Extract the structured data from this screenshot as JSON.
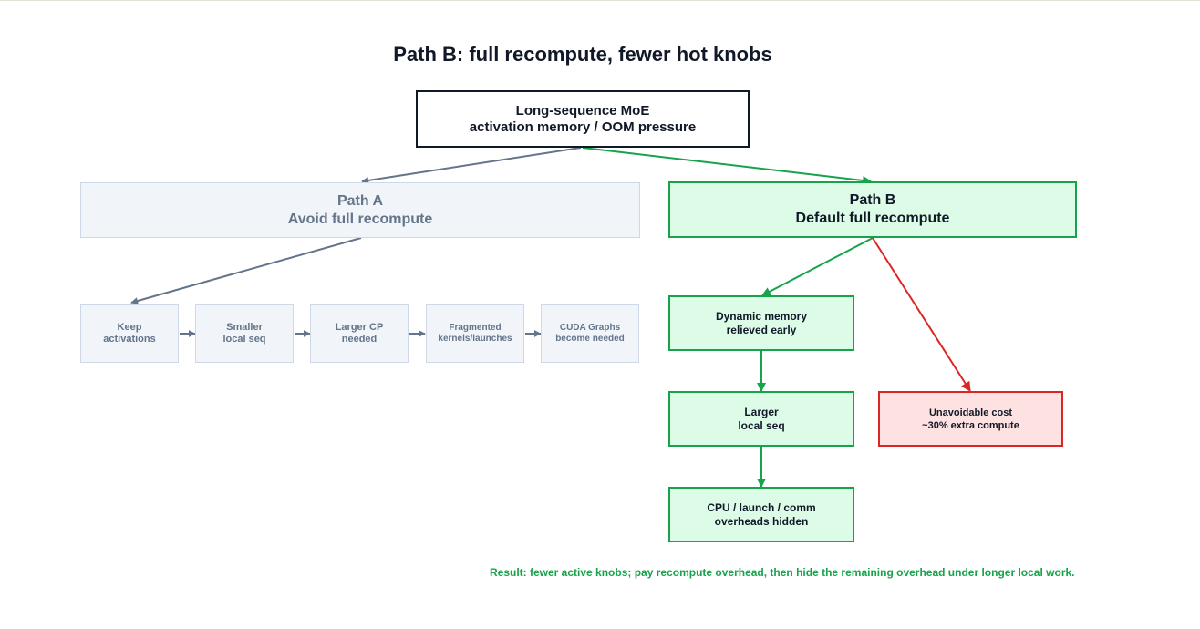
{
  "title": "Path B: full recompute, fewer hot knobs",
  "root": {
    "line1": "Long-sequence MoE",
    "line2": "activation memory / OOM pressure"
  },
  "path_a": {
    "line1": "Path A",
    "line2": "Avoid full recompute",
    "chain": [
      {
        "line1": "Keep",
        "line2": "activations"
      },
      {
        "line1": "Smaller",
        "line2": "local seq"
      },
      {
        "line1": "Larger CP",
        "line2": "needed"
      },
      {
        "line1": "Fragmented",
        "line2": "kernels/launches"
      },
      {
        "line1": "CUDA Graphs",
        "line2": "become needed"
      }
    ]
  },
  "path_b": {
    "line1": "Path B",
    "line2": "Default full recompute",
    "chain": [
      {
        "line1": "Dynamic memory",
        "line2": "relieved early"
      },
      {
        "line1": "Larger",
        "line2": "local seq"
      },
      {
        "line1": "CPU / launch / comm",
        "line2": "overheads hidden"
      }
    ],
    "cost": {
      "line1": "Unavoidable cost",
      "line2": "~30% extra compute"
    }
  },
  "result": "Result: fewer active knobs; pay recompute overhead, then hide the remaining overhead under longer local work.",
  "colors": {
    "path_a": "#64748b",
    "path_b": "#16a34a",
    "cost": "#dc2626",
    "text": "#111827"
  }
}
